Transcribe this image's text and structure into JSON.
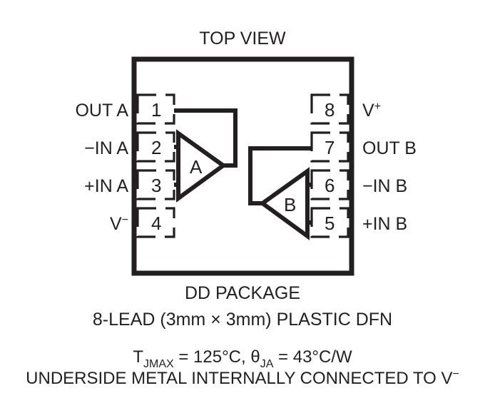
{
  "title": "TOP VIEW",
  "package": {
    "left_pins": [
      {
        "number": "1",
        "label": "OUT A"
      },
      {
        "number": "2",
        "label": "−IN A"
      },
      {
        "number": "3",
        "label": "+IN A"
      },
      {
        "number": "4",
        "label_base": "V",
        "label_sup": "−"
      }
    ],
    "right_pins": [
      {
        "number": "8",
        "label_base": "V",
        "label_sup": "+"
      },
      {
        "number": "7",
        "label": "OUT B"
      },
      {
        "number": "6",
        "label": "−IN B"
      },
      {
        "number": "5",
        "label": "+IN B"
      }
    ],
    "amplifier_a_letter": "A",
    "amplifier_b_letter": "B"
  },
  "caption": {
    "line1": "DD PACKAGE",
    "line2": "8-LEAD (3mm × 3mm) PLASTIC DFN"
  },
  "specs": {
    "tj_symbol": "T",
    "tj_subscript": "JMAX",
    "tj_value": " = 125°C, ",
    "theta_symbol": "θ",
    "theta_subscript": "JA",
    "theta_value": " = 43°C/W",
    "underside_note_base": "UNDERSIDE METAL INTERNALLY CONNECTED TO V",
    "underside_note_sup": "−"
  },
  "colors": {
    "ink": "#231f20",
    "background": "#ffffff"
  }
}
